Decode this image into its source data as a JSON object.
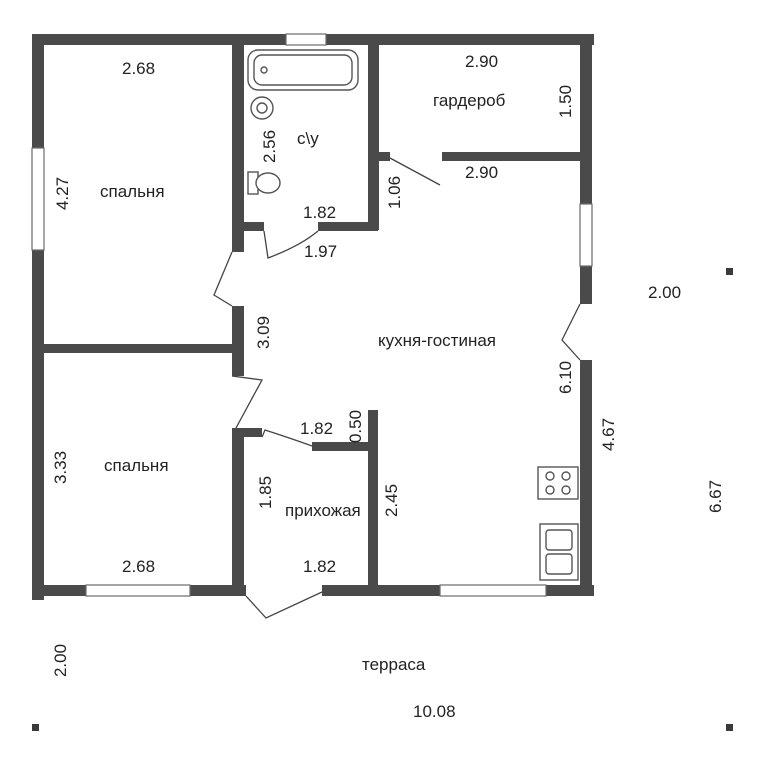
{
  "rooms": {
    "bedroom_top": "спальня",
    "bathroom": "с\\у",
    "wardrobe": "гардероб",
    "living": "кухня-гостиная",
    "bedroom_bottom": "спальня",
    "hallway": "прихожая",
    "terrace": "терраса"
  },
  "dims": {
    "bedroom_top_width": "2.68",
    "bedroom_top_height": "4.27",
    "bath_height": "2.56",
    "bath_width": "1.82",
    "wardrobe_width": "2.90",
    "wardrobe_height": "1.50",
    "living_top_width": "2.90",
    "passage_height": "1.06",
    "passage_width": "1.97",
    "corridor_height": "3.09",
    "exterior_right": "2.00",
    "living_door_height": "6.10",
    "hall_top_width": "1.82",
    "hall_gap": "0.50",
    "kitchen_height": "4.67",
    "bedroom_bottom_height": "3.33",
    "hall_height": "1.85",
    "hall_right_height": "2.45",
    "house_depth": "6.67",
    "bedroom_bottom_width": "2.68",
    "hall_bottom_width": "1.82",
    "terrace_depth": "2.00",
    "terrace_width": "10.08"
  }
}
